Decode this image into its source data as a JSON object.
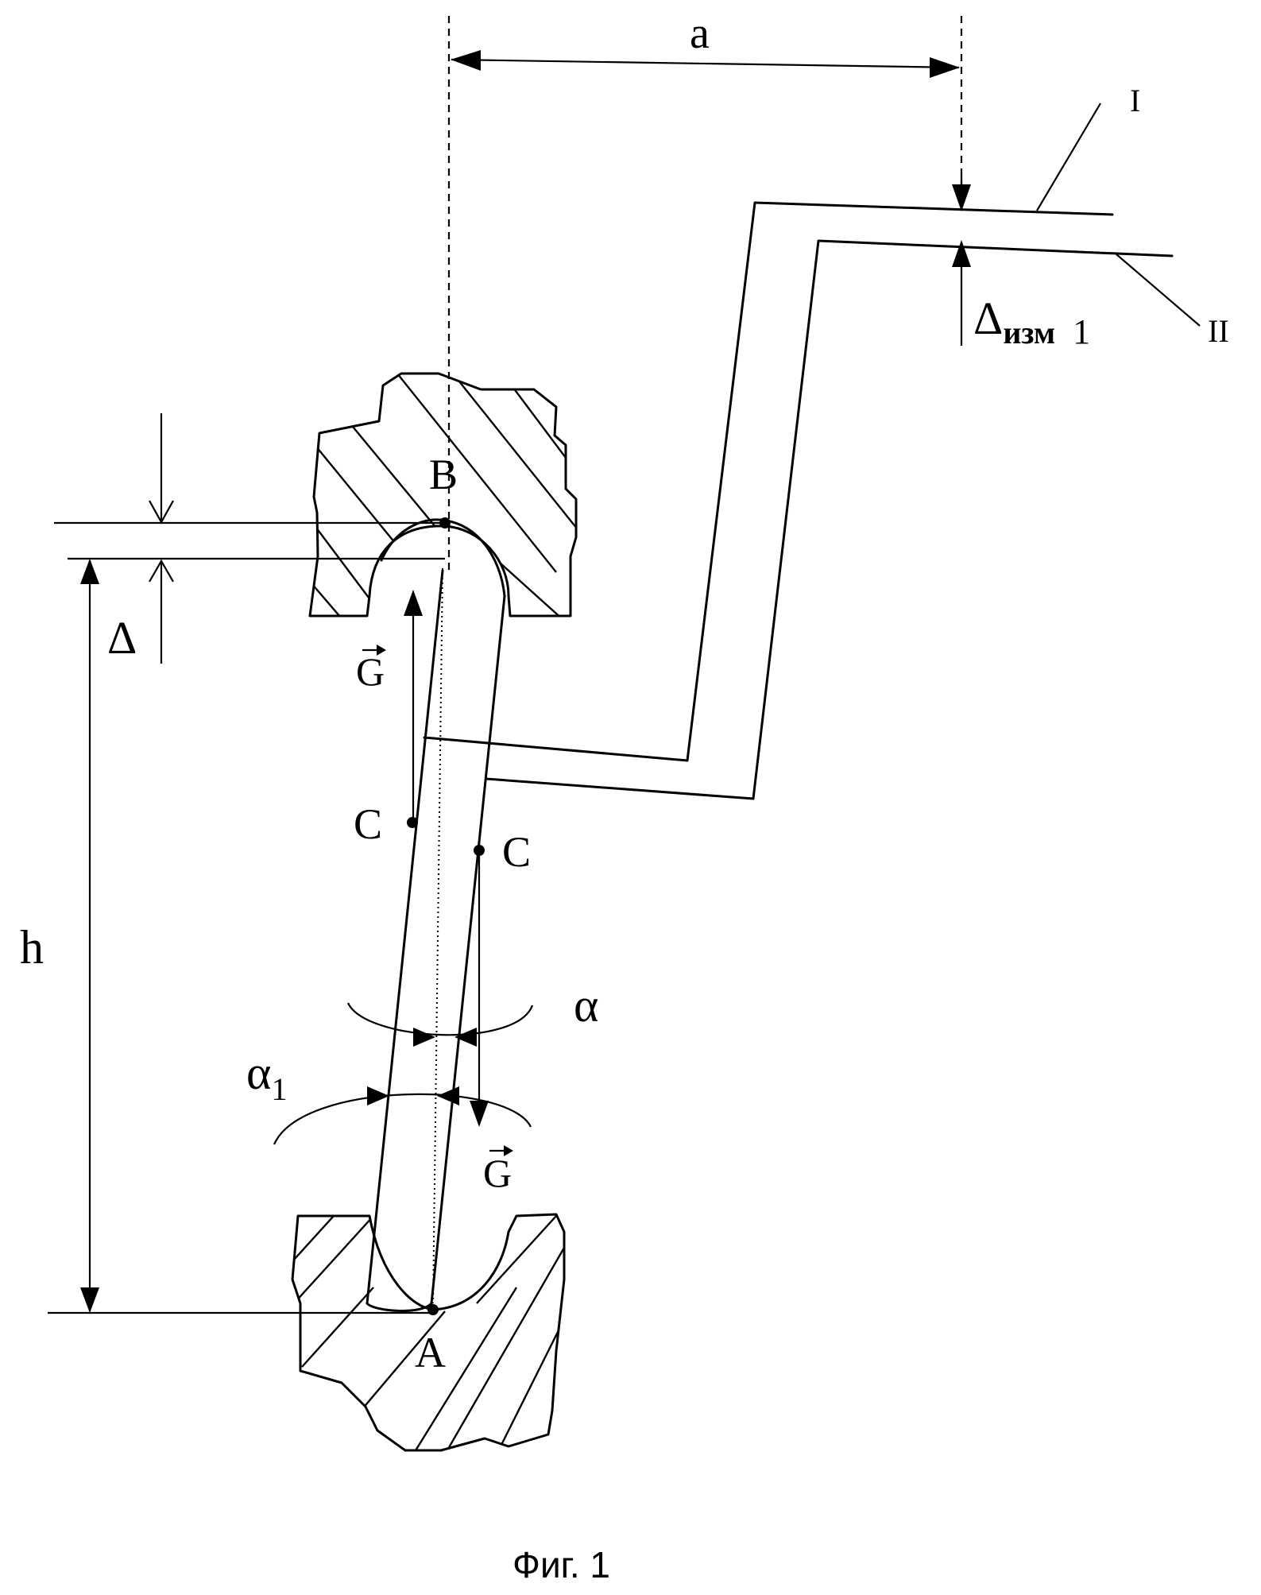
{
  "labels": {
    "a": "a",
    "roman_1": "I",
    "roman_2": "II",
    "delta_meas_main": "Δ",
    "delta_meas_sub": "изм",
    "delta_meas_index": "1",
    "delta": "Δ",
    "B": "B",
    "G": "G",
    "C": "C",
    "h": "h",
    "alpha": "α",
    "alpha1_main": "α",
    "alpha1_sub": "1",
    "A": "A"
  },
  "caption": "Фиг. 1"
}
